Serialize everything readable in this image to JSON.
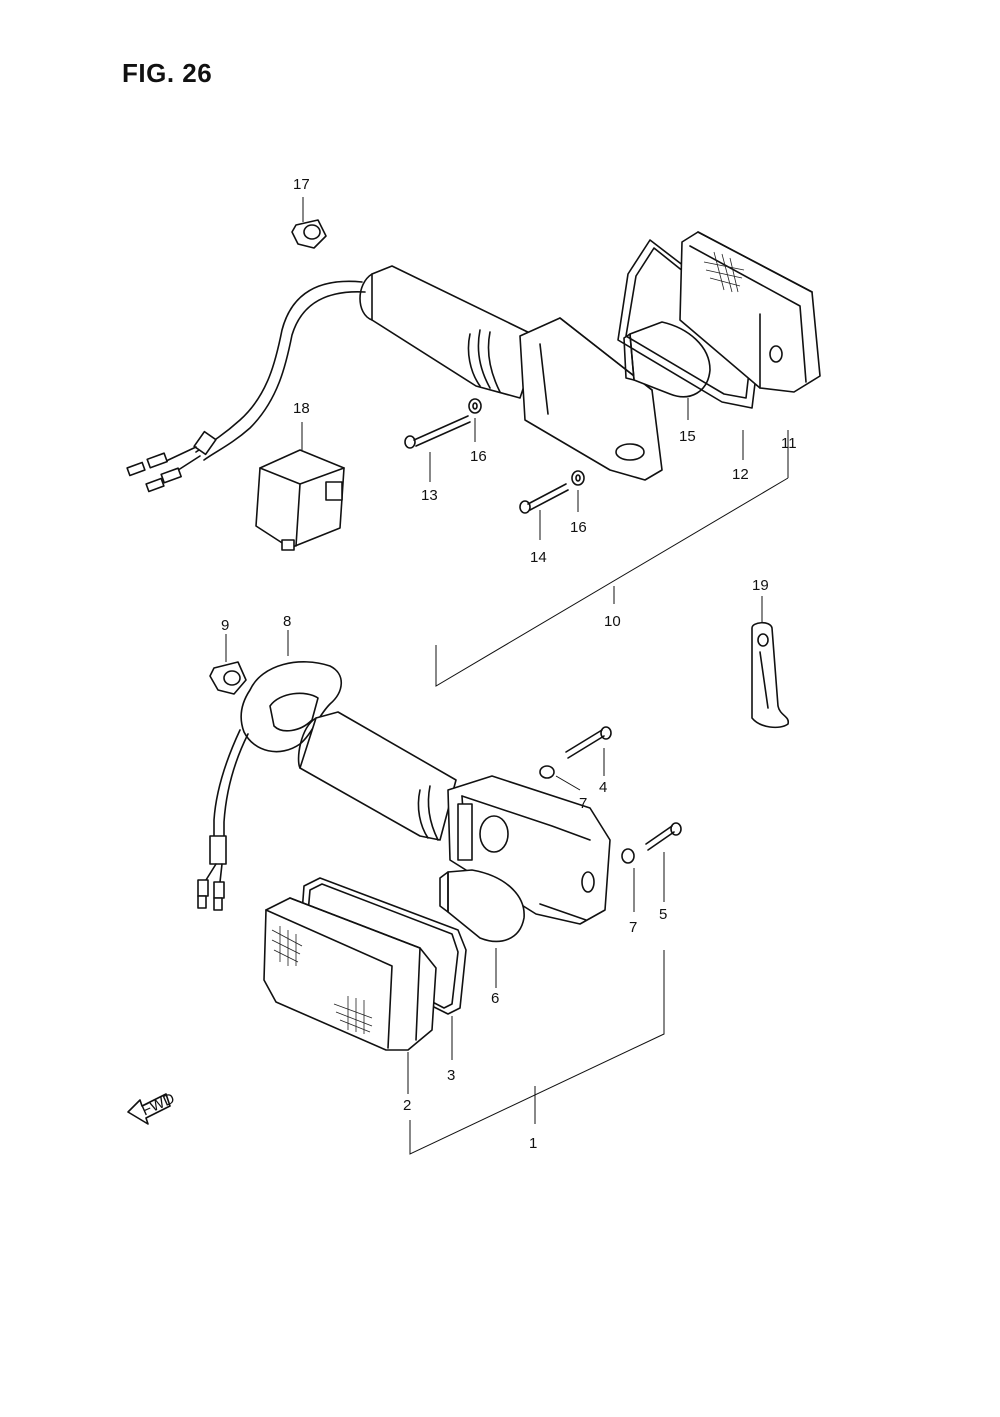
{
  "figure": {
    "title": "FIG. 26"
  },
  "callouts": [
    {
      "id": "c17",
      "text": "17"
    },
    {
      "id": "c18",
      "text": "18"
    },
    {
      "id": "c13",
      "text": "13"
    },
    {
      "id": "c16a",
      "text": "16"
    },
    {
      "id": "c14",
      "text": "14"
    },
    {
      "id": "c16b",
      "text": "16"
    },
    {
      "id": "c15",
      "text": "15"
    },
    {
      "id": "c12",
      "text": "12"
    },
    {
      "id": "c11",
      "text": "11"
    },
    {
      "id": "c10",
      "text": "10"
    },
    {
      "id": "c19",
      "text": "19"
    },
    {
      "id": "c9",
      "text": "9"
    },
    {
      "id": "c8",
      "text": "8"
    },
    {
      "id": "c4",
      "text": "4"
    },
    {
      "id": "c7a",
      "text": "7"
    },
    {
      "id": "c5",
      "text": "5"
    },
    {
      "id": "c7b",
      "text": "7"
    },
    {
      "id": "c6",
      "text": "6"
    },
    {
      "id": "c3",
      "text": "3"
    },
    {
      "id": "c2",
      "text": "2"
    },
    {
      "id": "c1",
      "text": "1"
    }
  ],
  "fwd_label": "FWD"
}
